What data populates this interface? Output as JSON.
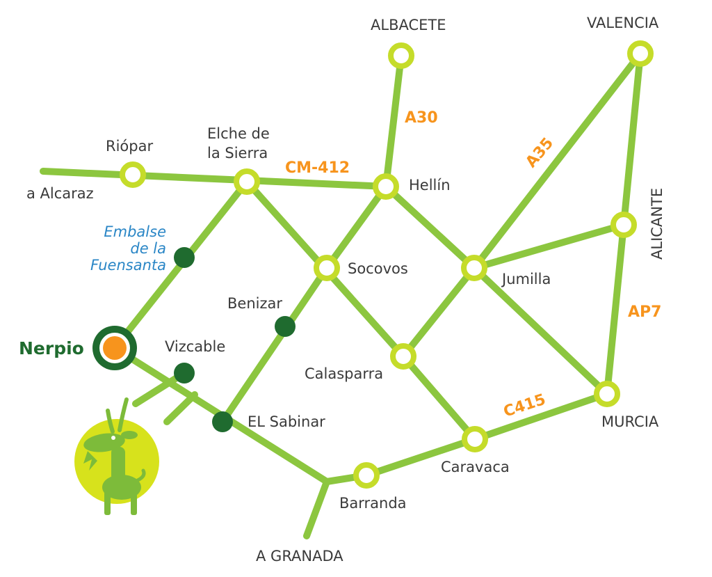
{
  "map": {
    "places": {
      "albacete": "ALBACETE",
      "valencia": "VALENCIA",
      "riopar": "Riópar",
      "elche": [
        "Elche de",
        "la Sierra"
      ],
      "alcaraz": "a Alcaraz",
      "hellin": "Hellín",
      "alicante": "ALICANTE",
      "embalse": [
        "Embalse",
        "de la",
        "Fuensanta"
      ],
      "socovos": "Socovos",
      "jumilla": "Jumilla",
      "benizar": "Benizar",
      "nerpio": "Nerpio",
      "vizcable": "Vizcable",
      "calasparra": "Calasparra",
      "sabinar": "EL Sabinar",
      "murcia": "MURCIA",
      "caravaca": "Caravaca",
      "barranda": "Barranda",
      "granada": "A GRANADA"
    },
    "roads": {
      "a30": "A30",
      "a35": "A35",
      "cm412": "CM-412",
      "ap7": "AP7",
      "c415": "C415"
    },
    "colors": {
      "road": "#8cc63f",
      "node_ring": "#c5dc2a",
      "node_dark": "#1f6b2f",
      "nerpio_center": "#f7941d",
      "road_label": "#f7941d",
      "lake_label": "#2a86c6"
    },
    "mascot_icon": "goat-icon"
  }
}
